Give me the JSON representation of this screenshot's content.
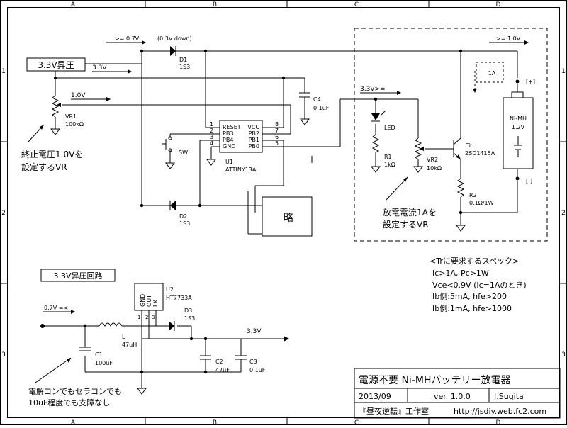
{
  "frame": {
    "cols": [
      "A",
      "B",
      "C",
      "D"
    ],
    "rows": [
      "1",
      "2",
      "3"
    ]
  },
  "labels": {
    "boost_3v3": "3.3V昇圧",
    "ge_07v": ">= 0.7V",
    "diode_drop_note": "(0.3V down)",
    "ge_10v": ">= 1.0V",
    "v3v3": "3.3V",
    "v10": "1.0V",
    "v3v3_ge": "3.3V>=",
    "current_1a": "1A",
    "plus": "[+]",
    "minus": "[-]",
    "ryaku": "略",
    "boost_circuit_title": "3.3V昇圧回路",
    "v07_in": "0.7V =<",
    "v3v3_out": "3.3V"
  },
  "components": {
    "d1": {
      "ref": "D1",
      "value": "1S3"
    },
    "d2": {
      "ref": "D2",
      "value": "1S3"
    },
    "d3": {
      "ref": "D3",
      "value": "1S3"
    },
    "c4": {
      "ref": "C4",
      "value": "0.1uF"
    },
    "vr1": {
      "ref": "VR1",
      "value": "100kΩ"
    },
    "vr2": {
      "ref": "VR2",
      "value": "10kΩ"
    },
    "r1": {
      "ref": "R1",
      "value": "1kΩ"
    },
    "r2": {
      "ref": "R2",
      "value": "0.1Ω/1W"
    },
    "led": {
      "ref": "LED"
    },
    "sw": {
      "ref": "SW"
    },
    "u1": {
      "ref": "U1",
      "value": "ATTINY13A",
      "pins_left": [
        "RESET",
        "PB3",
        "PB4",
        "GND"
      ],
      "pins_right": [
        "VCC",
        "PB2",
        "PB1",
        "PB0"
      ],
      "pin_num_left": [
        "1",
        "2",
        "3",
        "4"
      ],
      "pin_num_right": [
        "8",
        "7",
        "6",
        "5"
      ]
    },
    "tr": {
      "ref": "Tr",
      "value": "2SD1415A"
    },
    "battery": {
      "name": "Ni-MH",
      "value": "1.2V"
    },
    "u2": {
      "ref": "U2",
      "value": "HT7733A",
      "pins": [
        "GND",
        "OUT",
        "LX"
      ],
      "pin_nums": [
        "1",
        "2",
        "3"
      ]
    },
    "l": {
      "ref": "L",
      "value": "47uH"
    },
    "c1": {
      "ref": "C1",
      "value": "100uF"
    },
    "c2": {
      "ref": "C2",
      "value": "47uF"
    },
    "c3": {
      "ref": "C3",
      "value": "0.1uF"
    }
  },
  "notes": {
    "vr1_note": [
      "終止電圧1.0Vを",
      "設定するVR"
    ],
    "vr2_note": [
      "放電電流1Aを",
      "設定するVR"
    ],
    "c1_note": [
      "電解コンでもセラコンでも",
      "10uF程度でも支障なし"
    ],
    "tr_spec": [
      "<Trに要求するスペック>",
      "Ic>1A, Pc>1W",
      "Vce<0.9V (Ic=1Aのとき)",
      "Ib例:5mA, hfe>200",
      "Ib例:1mA, hfe>1000"
    ]
  },
  "title_block": {
    "title": "電源不要 Ni-MHバッテリー放電器",
    "date": "2013/09",
    "version": "ver. 1.0.0",
    "author": "J.Sugita",
    "org": "『昼夜逆転』工作室",
    "url": "http://jsdiy.web.fc2.com"
  }
}
